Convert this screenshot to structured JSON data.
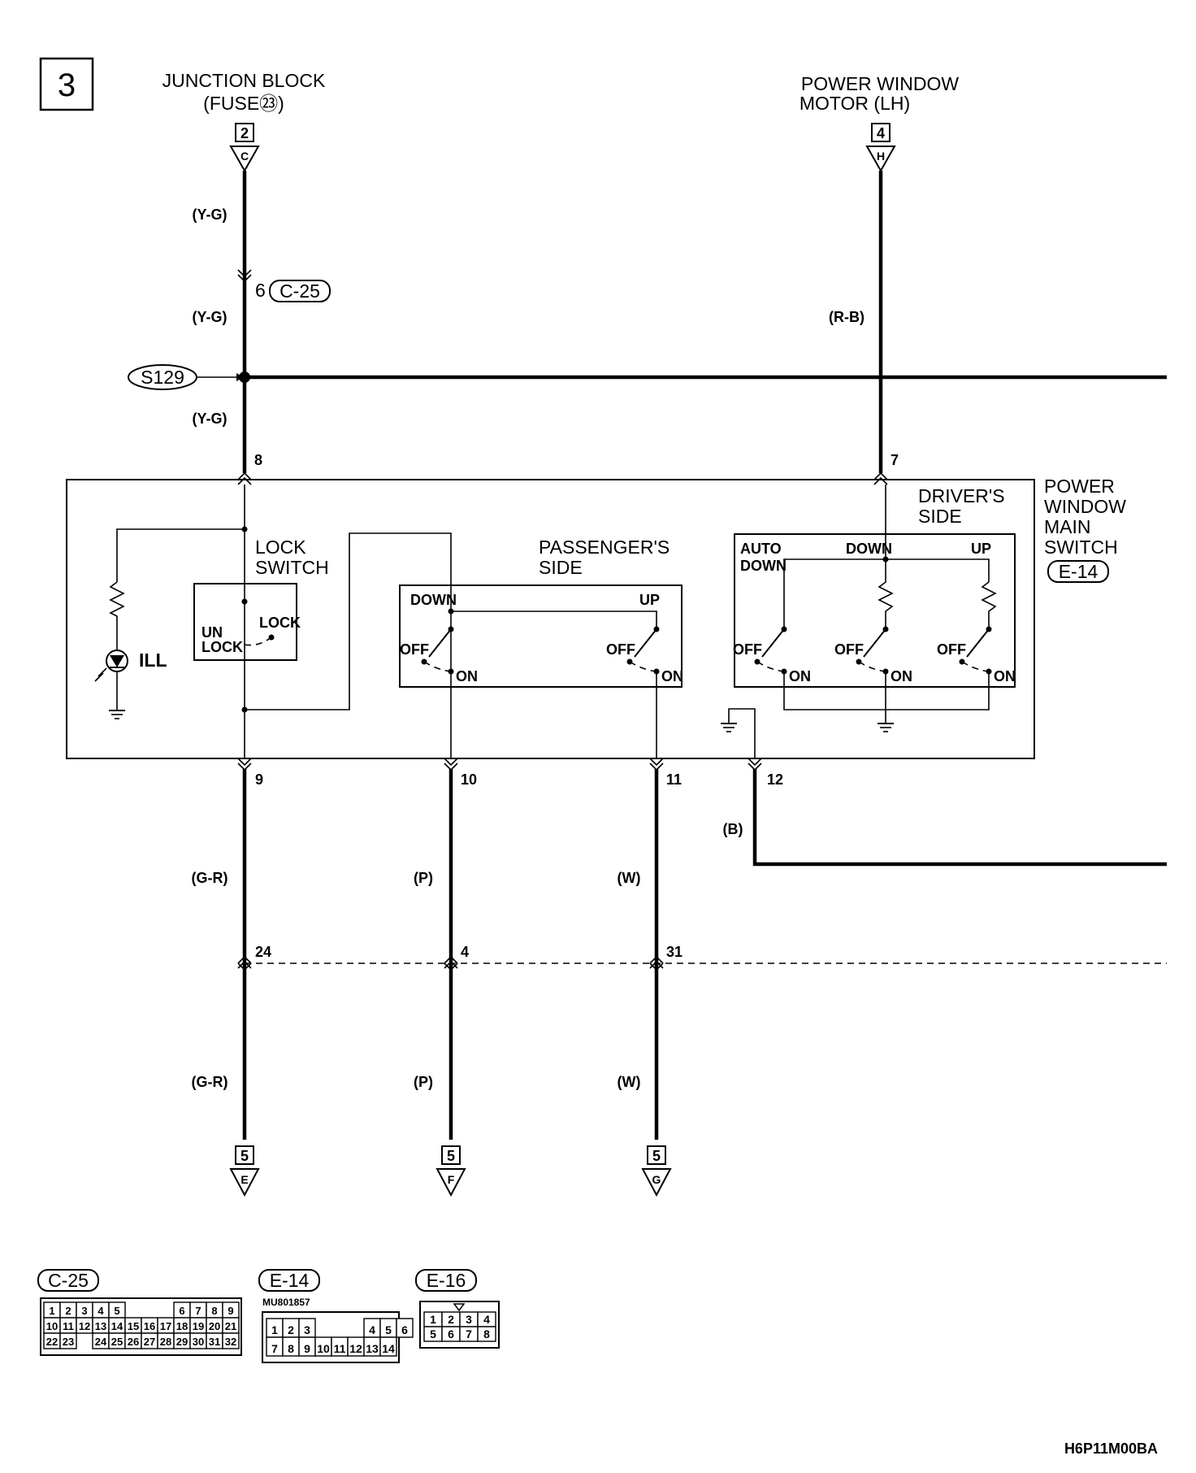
{
  "page": {
    "number": "3",
    "drawing_code": "H6P11M00BA"
  },
  "top_labels": {
    "junction_block_line1": "JUNCTION BLOCK",
    "junction_block_line2": "(FUSE㉓)",
    "pw_motor_line1": "POWER WINDOW",
    "pw_motor_line2": "MOTOR (LH)"
  },
  "connectors_top": [
    {
      "page": "2",
      "letter": "C"
    },
    {
      "page": "4",
      "letter": "H"
    }
  ],
  "connectors_bottom": [
    {
      "page": "5",
      "letter": "E"
    },
    {
      "page": "5",
      "letter": "F"
    },
    {
      "page": "5",
      "letter": "G"
    }
  ],
  "wire_colors": {
    "left_a": "(Y-G)",
    "left_b": "(Y-G)",
    "left_c": "(Y-G)",
    "right_top": "(R-B)",
    "ground": "(B)",
    "out9_a": "(G-R)",
    "out9_b": "(G-R)",
    "out10_a": "(P)",
    "out10_b": "(P)",
    "out11_a": "(W)",
    "out11_b": "(W)"
  },
  "pins": {
    "c25_pin": "6",
    "c25_ref": "C-25",
    "splice": "S129",
    "p8": "8",
    "p7": "7",
    "p9": "9",
    "p10": "10",
    "p11": "11",
    "p12": "12",
    "p24": "24",
    "p4": "4",
    "p31": "31"
  },
  "main_switch": {
    "name_line1": "POWER",
    "name_line2": "WINDOW",
    "name_line3": "MAIN",
    "name_line4": "SWITCH",
    "ref": "E-14",
    "ill": "ILL",
    "lock_switch_line1": "LOCK",
    "lock_switch_line2": "SWITCH",
    "unlock_line1": "UN",
    "unlock_line2": "LOCK",
    "lock": "LOCK",
    "passenger_line1": "PASSENGER'S",
    "passenger_line2": "SIDE",
    "driver_line1": "DRIVER'S",
    "driver_line2": "SIDE",
    "down": "DOWN",
    "up": "UP",
    "auto_line1": "AUTO",
    "auto_line2": "DOWN",
    "off": "OFF",
    "on": "ON"
  },
  "connector_views": [
    {
      "ref": "C-25",
      "part_no": "",
      "rows": [
        [
          "1",
          "2",
          "3",
          "4",
          "5",
          "",
          "",
          "",
          "6",
          "7",
          "8",
          "9"
        ],
        [
          "10",
          "11",
          "12",
          "13",
          "14",
          "15",
          "16",
          "17",
          "18",
          "19",
          "20",
          "21"
        ],
        [
          "22",
          "23",
          "",
          "24",
          "25",
          "26",
          "27",
          "28",
          "29",
          "30",
          "31",
          "32"
        ]
      ]
    },
    {
      "ref": "E-14",
      "part_no": "MU801857",
      "rows": [
        [
          "1",
          "2",
          "3",
          "",
          "",
          "",
          "4",
          "5",
          "6"
        ],
        [
          "7",
          "8",
          "9",
          "10",
          "11",
          "12",
          "13",
          "14"
        ]
      ]
    },
    {
      "ref": "E-16",
      "part_no": "",
      "rows": [
        [
          "1",
          "2",
          "3",
          "4"
        ],
        [
          "5",
          "6",
          "7",
          "8"
        ]
      ]
    }
  ]
}
